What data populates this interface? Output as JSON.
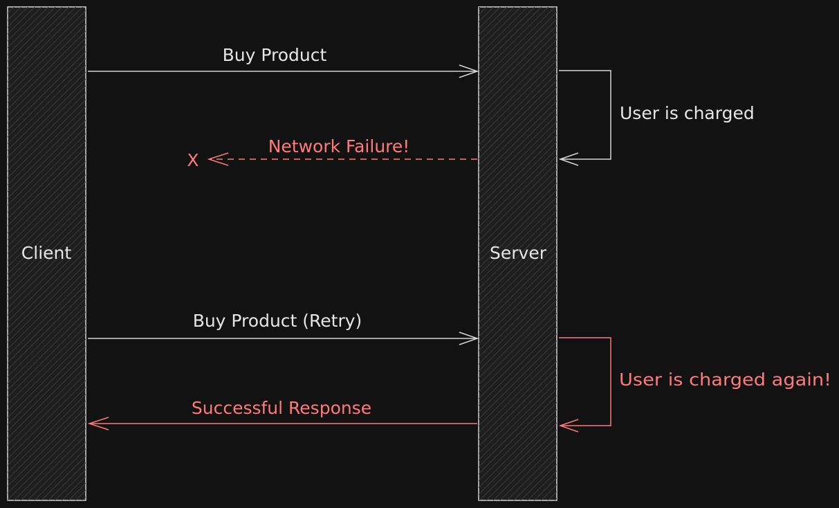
{
  "colors": {
    "background": "#121212",
    "stroke_light": "#d6d6d6",
    "accent_red": "#ff7a7a",
    "hatch": "#3a3a3a"
  },
  "participants": {
    "client": "Client",
    "server": "Server"
  },
  "messages": {
    "buy_product": "Buy Product",
    "network_failure": "Network Failure!",
    "failure_marker": "X",
    "buy_product_retry": "Buy Product (Retry)",
    "successful_response": "Successful Response"
  },
  "notes": {
    "user_charged": "User is charged",
    "user_charged_again": "User is charged again!"
  }
}
